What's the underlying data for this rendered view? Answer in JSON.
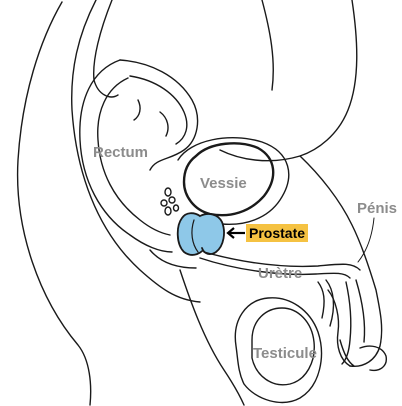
{
  "diagram": {
    "colors": {
      "stroke": "#1a1a1a",
      "prostate_fill": "#8ec8e8",
      "label_text": "#8c8c8c",
      "highlight_bg": "#f5c242",
      "highlight_text": "#000000"
    },
    "labels": {
      "rectum": "Rectum",
      "vessie": "Vessie",
      "prostate": "Prostate",
      "penis": "Pénis",
      "uretre": "Urètre",
      "testicule": "Testicule"
    },
    "icons": {
      "pointer": "left-arrow-icon"
    }
  }
}
